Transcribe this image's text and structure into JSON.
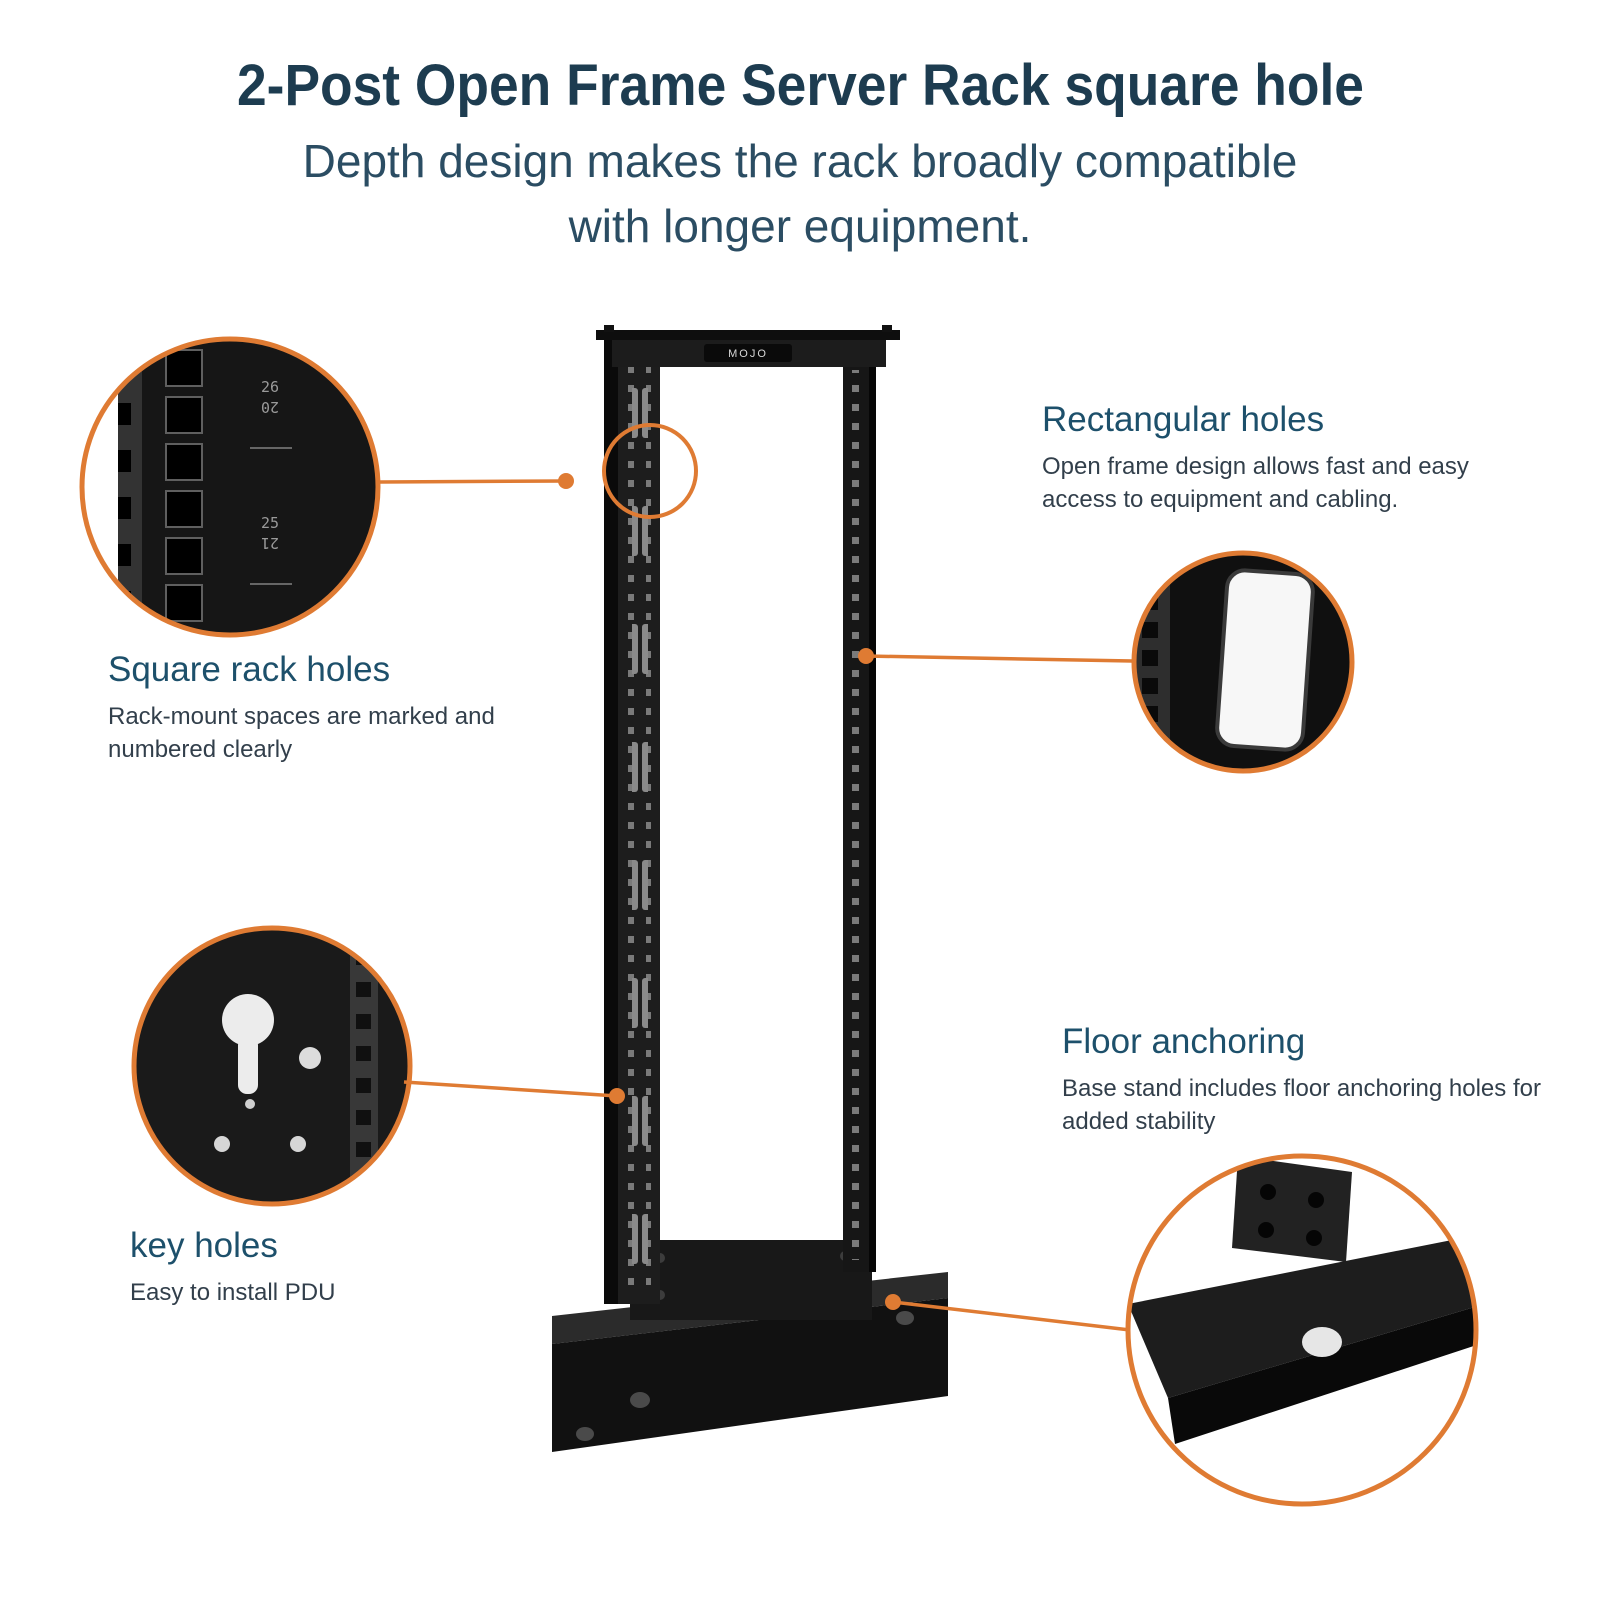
{
  "page": {
    "title": "2-Post Open Frame Server Rack square hole",
    "subtitle_line1": "Depth design makes the rack broadly compatible",
    "subtitle_line2": "with longer equipment."
  },
  "brand": {
    "logo": "MOJO"
  },
  "features": {
    "square_holes": {
      "heading": "Square rack holes",
      "body": "Rack-mount spaces are marked and numbered clearly"
    },
    "rect_holes": {
      "heading": "Rectangular holes",
      "body": "Open frame design allows fast and easy access to equipment and cabling."
    },
    "key_holes": {
      "heading": "key holes",
      "body": "Easy to install PDU"
    },
    "floor_anchoring": {
      "heading": "Floor anchoring",
      "body": "Base stand includes floor anchoring holes for added stability"
    }
  },
  "rail_markings": {
    "m1a": "26",
    "m1b": "20",
    "m2a": "25",
    "m2b": "21"
  },
  "colors": {
    "accent": "#DF7B33",
    "title": "#1D3C50",
    "heading": "#1D506B",
    "body_text": "#323F4B",
    "rack_black": "#161616"
  }
}
